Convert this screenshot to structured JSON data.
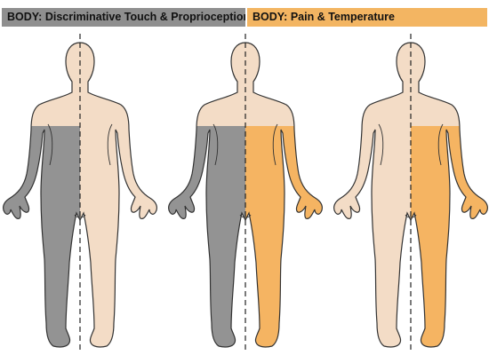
{
  "headers": {
    "left": "BODY: Discriminative Touch & Proprioception",
    "right": "BODY: Pain & Temperature"
  },
  "colors": {
    "skin": "#f3dcc6",
    "touch": "#939393",
    "pain": "#f5b462",
    "outline": "#333333"
  },
  "figures": [
    {
      "id": "figure-touch-only",
      "left_fill": "touch",
      "right_fill": "skin"
    },
    {
      "id": "figure-both",
      "left_fill": "touch",
      "right_fill": "pain"
    },
    {
      "id": "figure-pain-only",
      "left_fill": "skin",
      "right_fill": "pain"
    }
  ]
}
